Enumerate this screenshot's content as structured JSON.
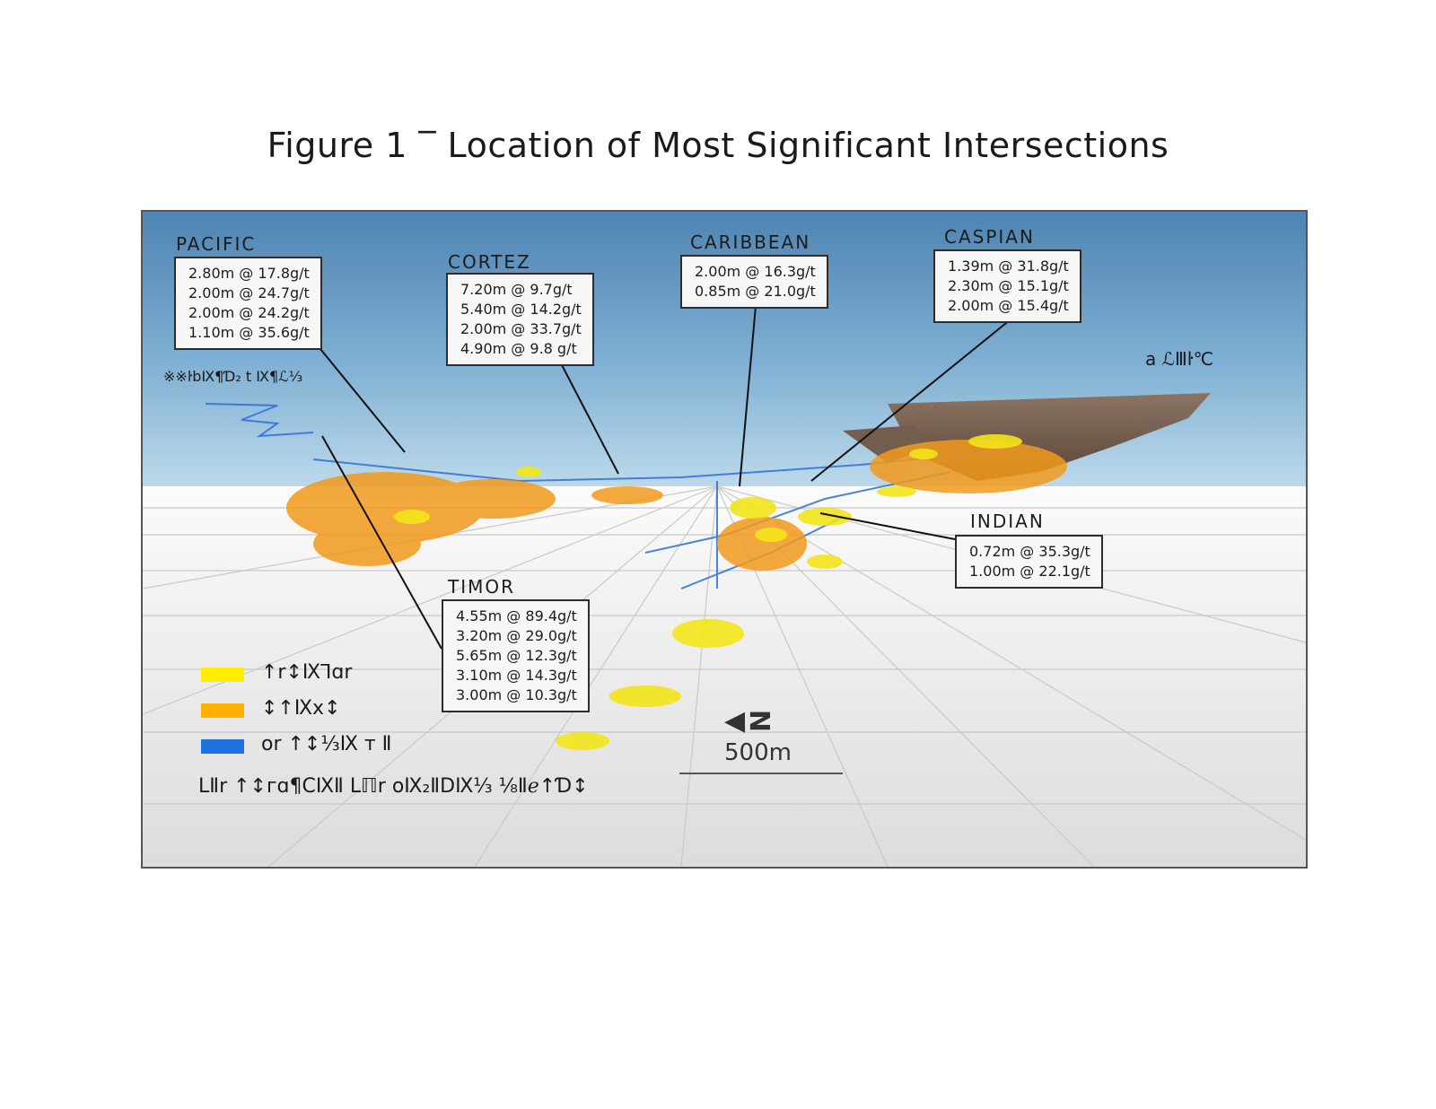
{
  "title": "Figure 1 ‾ Location of Most Significant Intersections",
  "zones": [
    {
      "id": "pacific",
      "name": "PACIFIC",
      "values": [
        "2.80m @ 17.8g/t",
        "2.00m @ 24.7g/t",
        "2.00m @ 24.2g/t",
        "1.10m @ 35.6g/t"
      ]
    },
    {
      "id": "cortez",
      "name": "CORTEZ",
      "values": [
        "7.20m @ 9.7g/t",
        "5.40m @ 14.2g/t",
        "2.00m @ 33.7g/t",
        "4.90m @ 9.8 g/t"
      ]
    },
    {
      "id": "caribbean",
      "name": "CARIBBEAN",
      "values": [
        "2.00m @ 16.3g/t",
        "0.85m @ 21.0g/t"
      ]
    },
    {
      "id": "caspian",
      "name": "CASPIAN",
      "values": [
        "1.39m @ 31.8g/t",
        "2.30m @ 15.1g/t",
        "2.00m @ 15.4g/t"
      ]
    },
    {
      "id": "indian",
      "name": "INDIAN",
      "values": [
        "0.72m @ 35.3g/t",
        "1.00m @ 22.1g/t"
      ]
    },
    {
      "id": "timor",
      "name": "TIMOR",
      "values": [
        "4.55m @ 89.4g/t",
        "3.20m @ 29.0g/t",
        "5.65m @ 12.3g/t",
        "3.10m @ 14.3g/t",
        "3.00m @ 10.3g/t"
      ]
    }
  ],
  "garbled_labels": {
    "left_label": "※※ŀbⅨ¶Ɗ₂ t Ⅸ¶ℒ⅓",
    "pit_label": "a ℒⅢŀ℃"
  },
  "legend": [
    {
      "color": "#ffee00",
      "label": "↑r↕Ⅸ⅂ɑr"
    },
    {
      "color": "#ffb000",
      "label": "↕↑Ⅸx↕"
    },
    {
      "color": "#1f6fe0",
      "label": "or ↑↕⅓Ⅸ т Ⅱ"
    }
  ],
  "legend_footer": "ⅬⅡr ↑↕гɑ¶ⅭⅨⅡ Ⅼℿr oⅨ₂ⅡⅮⅨ⅓ ⅛Ⅱℯ↑Ɗ↕",
  "scale": {
    "north": "N",
    "label": "500m"
  }
}
